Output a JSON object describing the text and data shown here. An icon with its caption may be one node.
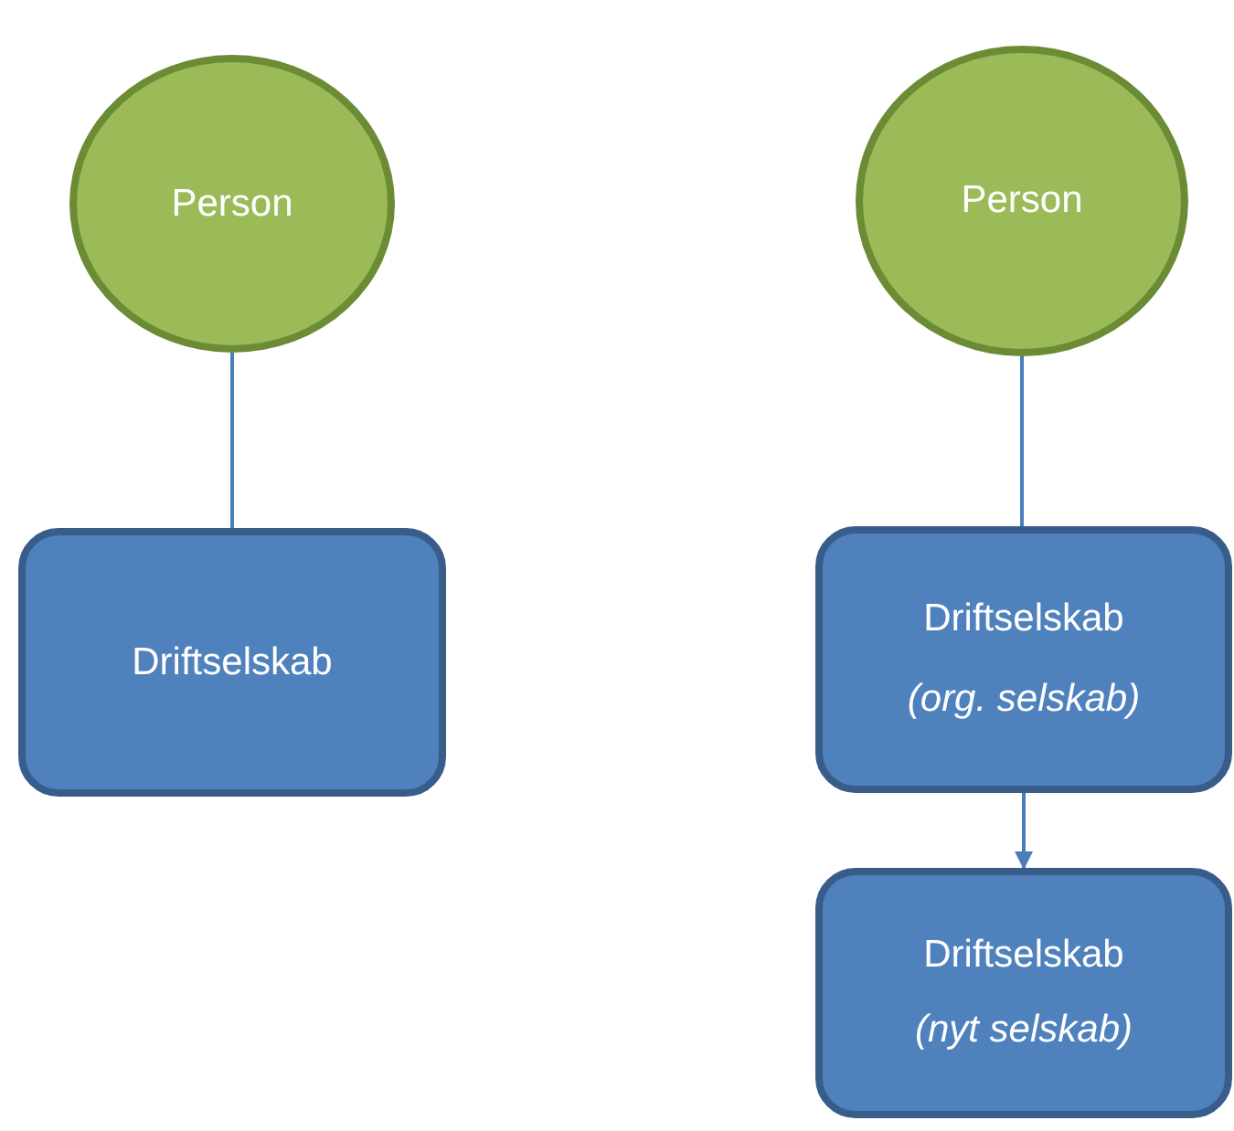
{
  "diagram": {
    "nodes": [
      {
        "text": [
          "Person"
        ]
      },
      {
        "text": [
          "Driftselskab"
        ]
      },
      {
        "text": [
          "Person"
        ]
      },
      {
        "text": [
          "Driftselskab",
          "(org. selskab)"
        ]
      },
      {
        "text": [
          "Driftselskab",
          "(nyt selskab)"
        ]
      }
    ],
    "edges": [
      {
        "from": 0,
        "to": 1,
        "arrow": "none"
      },
      {
        "from": 2,
        "to": 3,
        "arrow": "none"
      },
      {
        "from": 3,
        "to": 4,
        "arrow": "to"
      }
    ]
  }
}
